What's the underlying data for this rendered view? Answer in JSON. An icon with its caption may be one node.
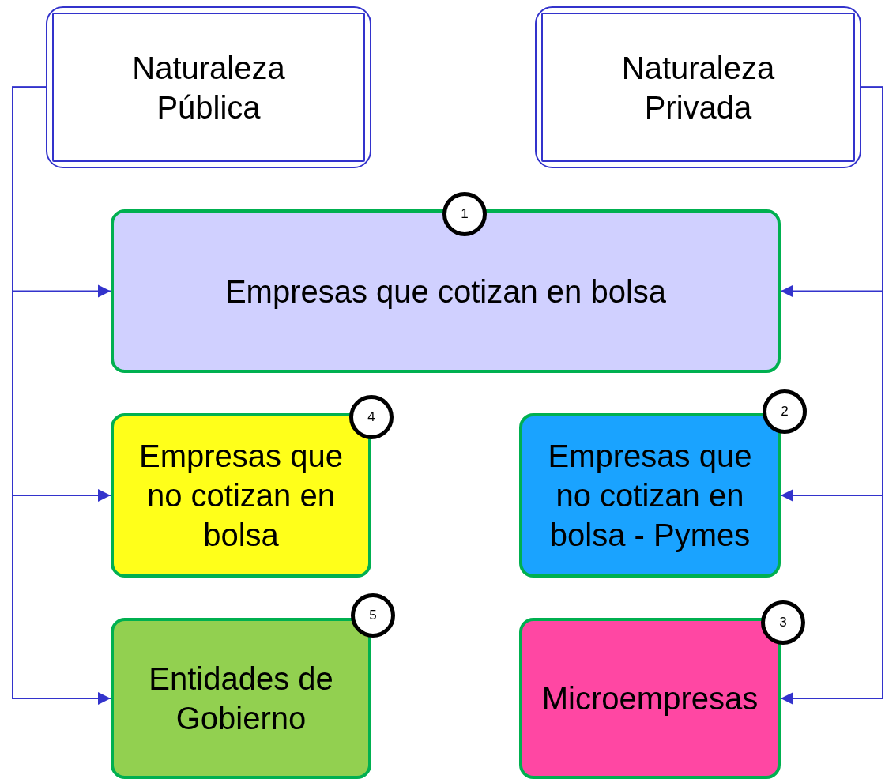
{
  "diagram": {
    "nodes": [
      {
        "text": [
          "Naturaleza Pública"
        ]
      },
      {
        "text": [
          "Naturaleza Privada"
        ]
      },
      {
        "text": [
          "Empresas que cotizan en bolsa"
        ]
      },
      {
        "text": [
          "Empresas que no cotizan en bolsa"
        ]
      },
      {
        "text": [
          "Empresas que no cotizan en bolsa - Pymes"
        ]
      },
      {
        "text": [
          "Entidades de Gobierno"
        ]
      },
      {
        "text": [
          "Microempresas"
        ]
      }
    ],
    "edges": [
      {
        "from": 0,
        "to": 2,
        "arrow": "to"
      },
      {
        "from": 0,
        "to": 3,
        "arrow": "to"
      },
      {
        "from": 0,
        "to": 5,
        "arrow": "to"
      },
      {
        "from": 1,
        "to": 2,
        "arrow": "to"
      },
      {
        "from": 1,
        "to": 4,
        "arrow": "to"
      },
      {
        "from": 1,
        "to": 6,
        "arrow": "to"
      }
    ],
    "labels": [
      "1",
      "4",
      "2",
      "5",
      "3"
    ]
  }
}
